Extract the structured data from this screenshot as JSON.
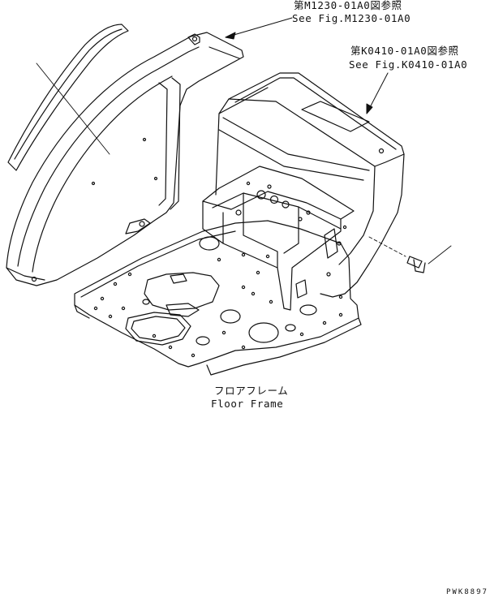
{
  "callouts": {
    "seat_bracket_ref_jp": "第M1230-01A0図参照",
    "seat_bracket_ref_en": "See Fig.M1230-01A0",
    "console_ref_jp": "第K0410-01A0図参照",
    "console_ref_en": "See Fig.K0410-01A0",
    "floor_frame_jp": "フロアフレーム",
    "floor_frame_en": "Floor Frame"
  },
  "drawing_code": "PWK8897"
}
